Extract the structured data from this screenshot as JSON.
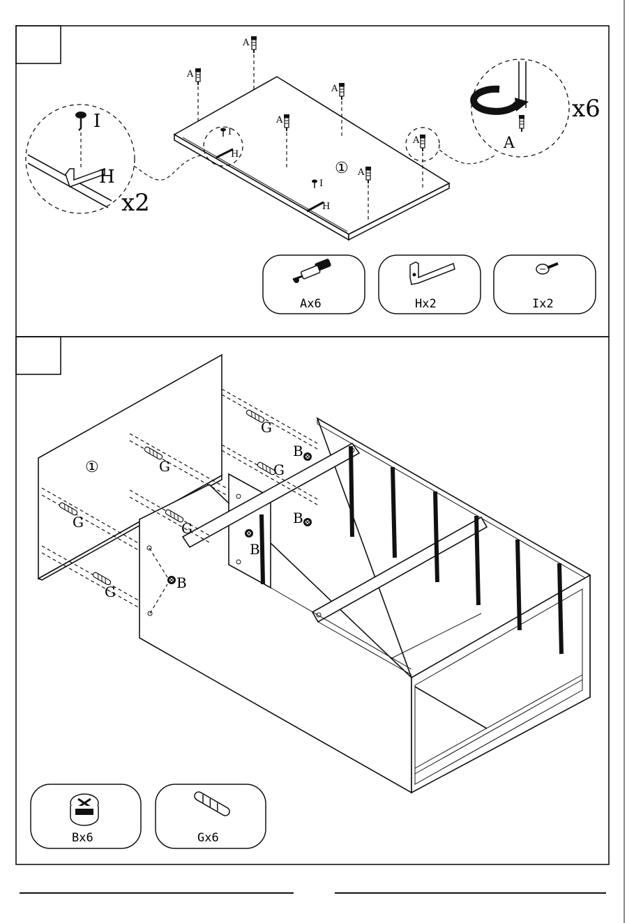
{
  "step1": {
    "panel_number": "①",
    "callout_left": {
      "screw_letter": "I",
      "bracket_letter": "H",
      "multiplier": "x2"
    },
    "callout_right": {
      "cam_letter": "A",
      "multiplier": "x6"
    },
    "part_labels": {
      "a": "A",
      "i": "I",
      "h": "H"
    },
    "parts": [
      {
        "icon": "cam-bolt-icon",
        "caption": "Ax6"
      },
      {
        "icon": "l-bracket-icon",
        "caption": "Hx2"
      },
      {
        "icon": "screw-icon",
        "caption": "Ix2"
      }
    ]
  },
  "step2": {
    "panel_number": "①",
    "part_labels": {
      "g": "G",
      "b": "B"
    },
    "parts": [
      {
        "icon": "cam-lock-icon",
        "caption": "Bx6"
      },
      {
        "icon": "wooden-dowel-icon",
        "caption": "Gx6"
      }
    ]
  }
}
